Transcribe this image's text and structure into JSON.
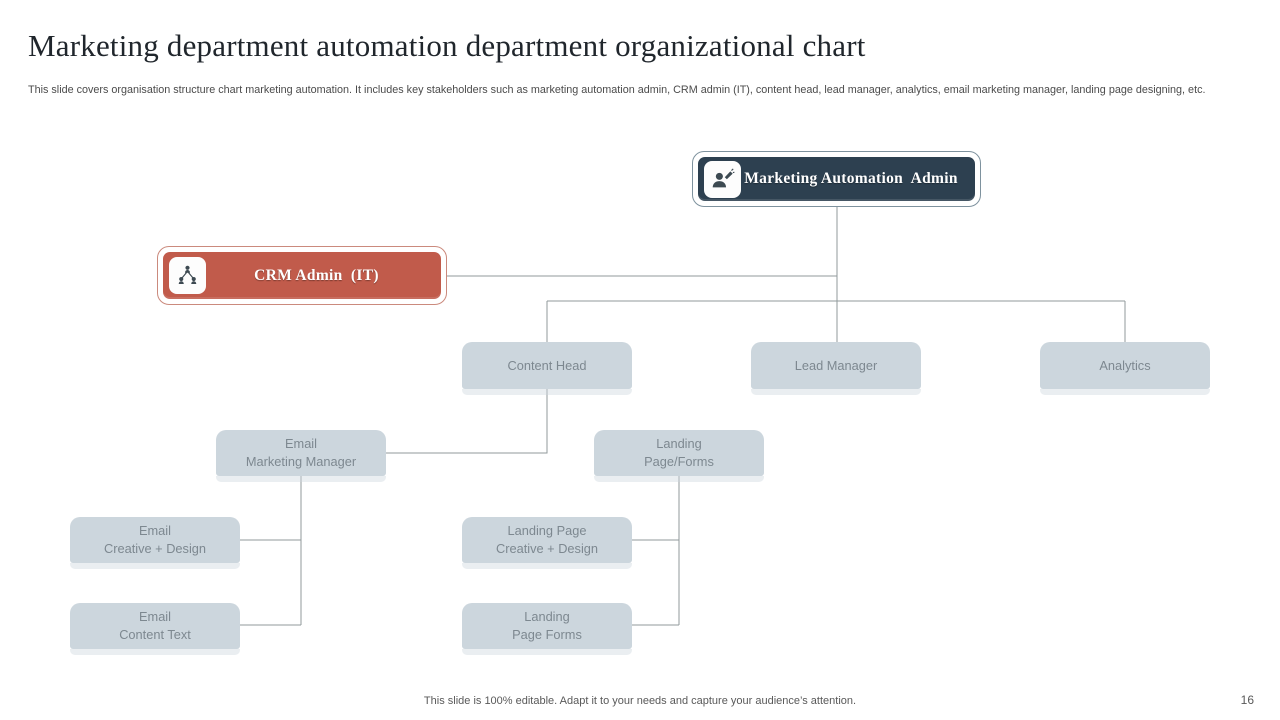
{
  "slide": {
    "title": "Marketing department automation department organizational chart",
    "description": "This slide covers organisation structure chart marketing automation. It includes key stakeholders such as marketing automation admin, CRM admin (IT),  content head, lead manager, analytics, email marketing manager, landing page designing, etc.",
    "footer_note": "This slide is 100% editable. Adapt it to your needs and capture your audience’s attention.",
    "page_number": "16"
  },
  "org_chart": {
    "admin": {
      "label": "Marketing Automation  Admin",
      "icon": "announcer-person-icon",
      "bg_color": "#2d4050",
      "frame_border_color": "#7e929e"
    },
    "crm": {
      "label": "CRM Admin  (IT)",
      "icon": "org-hierarchy-icon",
      "bg_color": "#c15b4b",
      "frame_border_color": "#cb8a7d"
    },
    "nodes": {
      "content_head": "Content Head",
      "lead_manager": "Lead Manager",
      "analytics": "Analytics",
      "email_marketing_manager": "Email\nMarketing Manager",
      "landing_page_forms": "Landing\nPage/Forms",
      "email_creative_design": "Email\nCreative + Design",
      "email_content_text": "Email\nContent Text",
      "landing_page_creative_design": "Landing Page\nCreative + Design",
      "landing_page_forms_child": "Landing\nPage Forms"
    },
    "colors": {
      "node_fill": "#ccd6dd",
      "node_text": "#7d8890",
      "connector_line": "#919a9b"
    }
  }
}
